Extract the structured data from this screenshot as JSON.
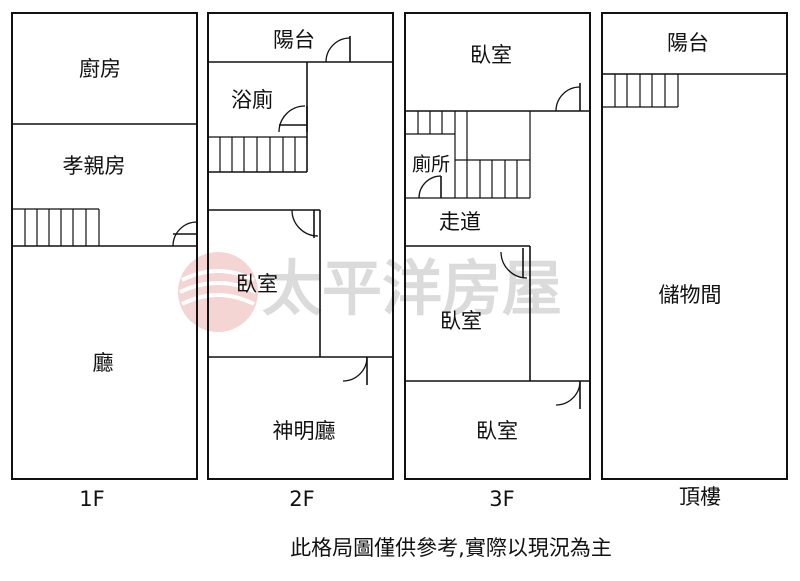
{
  "floors": [
    {
      "label": "1F",
      "rooms": {
        "kitchen": "廚房",
        "parents_room": "孝親房",
        "living_room": "廳"
      }
    },
    {
      "label": "2F",
      "rooms": {
        "balcony": "陽台",
        "bathroom": "浴廁",
        "bedroom": "臥室",
        "shrine_hall": "神明廳"
      }
    },
    {
      "label": "3F",
      "rooms": {
        "bedroom_top": "臥室",
        "toilet": "廁所",
        "corridor": "走道",
        "bedroom_middle": "臥室",
        "bedroom_bottom": "臥室"
      }
    },
    {
      "label": "頂樓",
      "rooms": {
        "balcony": "陽台",
        "storage": "儲物間"
      }
    }
  ],
  "watermark": {
    "text": "太平洋房屋"
  },
  "disclaimer": "此格局圖僅供參考,實際以現況為主"
}
